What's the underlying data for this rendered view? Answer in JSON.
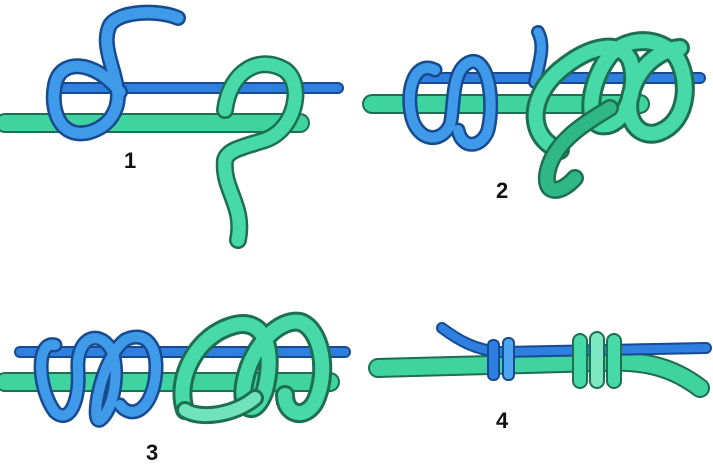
{
  "colors": {
    "blue_line": "#2f7fe0",
    "blue_line_dark": "#1f5fb8",
    "blue_line_light": "#4ea6f0",
    "green_line": "#3fd3a0",
    "green_line_dark": "#1e8e68",
    "green_line_light": "#7ee8c2",
    "label_text": "#111111",
    "background": "#ffffff"
  },
  "steps": [
    {
      "label": "1"
    },
    {
      "label": "2"
    },
    {
      "label": "3"
    },
    {
      "label": "4"
    }
  ]
}
